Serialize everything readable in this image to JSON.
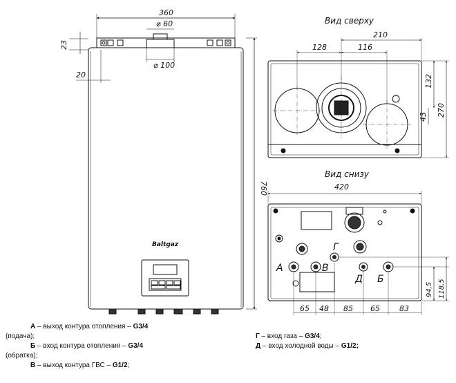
{
  "dimensions": {
    "front": {
      "width": "360",
      "flue_top": "⌀ 60",
      "flue_outer": "⌀ 100",
      "top_offset": "23",
      "side_offset": "20",
      "height": "760",
      "brand": "Baltgaz"
    },
    "top_view": {
      "title": "Вид сверху",
      "d210": "210",
      "d128": "128",
      "d116": "116",
      "d132": "132",
      "d270": "270",
      "d43": "43"
    },
    "bottom_view": {
      "title": "Вид снизу",
      "width": "420",
      "d94": "94,5",
      "d118": "118,5",
      "spacings": [
        "65",
        "48",
        "85",
        "65",
        "83"
      ],
      "labels": {
        "A": "А",
        "B": "Б",
        "V": "В",
        "G": "Г",
        "D": "Д"
      }
    }
  },
  "legend": {
    "a": {
      "letter": "А",
      "text": " – выход контура отопления – ",
      "thread": "G3/4",
      "note": "(подача);"
    },
    "b": {
      "letter": "Б",
      "text": " – вход контура отопления – ",
      "thread": "G3/4",
      "note": "(обратка);"
    },
    "v": {
      "letter": "В",
      "text": " – выход контура ГВС – ",
      "thread": "G1/2",
      "tail": ";"
    },
    "g": {
      "letter": "Г",
      "text": " – вход газа – ",
      "thread": "G3/4",
      "tail": ";"
    },
    "d": {
      "letter": "Д",
      "text": " – вход холодной воды – ",
      "thread": "G1/2;"
    }
  }
}
